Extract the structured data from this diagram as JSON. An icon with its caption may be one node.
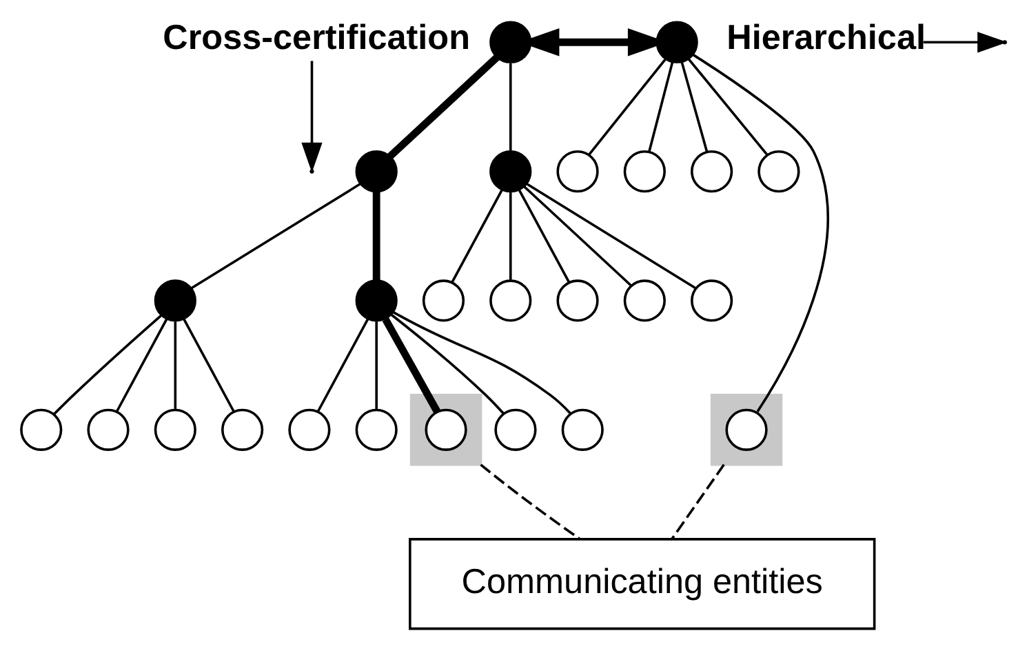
{
  "diagram": {
    "nodes": [
      {
        "text": [
          "Cross-certification"
        ]
      },
      {
        "text": [],
        "shape": "circle"
      },
      {
        "text": [],
        "shape": "circle"
      },
      {
        "text": [
          "Hierarchical"
        ]
      },
      {
        "text": [],
        "shape": "circle"
      },
      {
        "text": [],
        "shape": "circle"
      },
      {
        "text": [],
        "shape": "circle"
      },
      {
        "text": [],
        "shape": "circle"
      },
      {
        "text": [],
        "shape": "circle"
      },
      {
        "text": [],
        "shape": "circle"
      },
      {
        "text": [],
        "shape": "box"
      },
      {
        "text": [],
        "shape": "circle",
        "in": 10
      },
      {
        "text": [],
        "shape": "circle"
      },
      {
        "text": [],
        "shape": "circle"
      },
      {
        "text": [],
        "shape": "circle"
      },
      {
        "text": [],
        "shape": "circle"
      },
      {
        "text": [],
        "shape": "circle"
      },
      {
        "text": [],
        "shape": "circle"
      },
      {
        "text": [],
        "shape": "circle"
      },
      {
        "text": [],
        "shape": "circle"
      },
      {
        "text": [],
        "shape": "circle"
      },
      {
        "text": [],
        "shape": "circle"
      },
      {
        "text": [],
        "shape": "circle"
      },
      {
        "text": [],
        "shape": "circle"
      },
      {
        "text": [],
        "shape": "circle"
      },
      {
        "text": [],
        "shape": "box"
      },
      {
        "text": [],
        "shape": "circle",
        "in": 25
      },
      {
        "text": [],
        "shape": "circle"
      },
      {
        "text": [],
        "shape": "circle"
      },
      {
        "text": [
          "Communicating entities"
        ]
      }
    ],
    "edges": [
      {
        "from": 0,
        "to": null,
        "arrow": "to"
      },
      {
        "from": 1,
        "to": 2,
        "arrow": "both",
        "style": "thick"
      },
      {
        "from": 3,
        "to": null,
        "arrow": "to"
      },
      {
        "from": 1,
        "to": 4,
        "arrow": "none",
        "style": "thick"
      },
      {
        "from": 1,
        "to": 5,
        "arrow": "none"
      },
      {
        "from": 2,
        "to": 6,
        "arrow": "none"
      },
      {
        "from": 2,
        "to": 7,
        "arrow": "none"
      },
      {
        "from": 2,
        "to": 8,
        "arrow": "none"
      },
      {
        "from": 2,
        "to": 9,
        "arrow": "none"
      },
      {
        "from": 2,
        "to": 11,
        "arrow": "none"
      },
      {
        "from": 4,
        "to": 12,
        "arrow": "none"
      },
      {
        "from": 4,
        "to": 13,
        "arrow": "none",
        "style": "thick"
      },
      {
        "from": 5,
        "to": 14,
        "arrow": "none"
      },
      {
        "from": 5,
        "to": 15,
        "arrow": "none"
      },
      {
        "from": 5,
        "to": 16,
        "arrow": "none"
      },
      {
        "from": 5,
        "to": 17,
        "arrow": "none"
      },
      {
        "from": 5,
        "to": 18,
        "arrow": "none"
      },
      {
        "from": 12,
        "to": 19,
        "arrow": "none"
      },
      {
        "from": 12,
        "to": 20,
        "arrow": "none"
      },
      {
        "from": 12,
        "to": 21,
        "arrow": "none"
      },
      {
        "from": 12,
        "to": 22,
        "arrow": "none"
      },
      {
        "from": 13,
        "to": 23,
        "arrow": "none"
      },
      {
        "from": 13,
        "to": 24,
        "arrow": "none"
      },
      {
        "from": 13,
        "to": 26,
        "arrow": "none",
        "style": "thick"
      },
      {
        "from": 13,
        "to": 27,
        "arrow": "none"
      },
      {
        "from": 13,
        "to": 28,
        "arrow": "none"
      },
      {
        "from": 10,
        "to": 29,
        "arrow": "none",
        "style": "dashed"
      },
      {
        "from": 25,
        "to": 29,
        "arrow": "none",
        "style": "dashed"
      }
    ]
  }
}
